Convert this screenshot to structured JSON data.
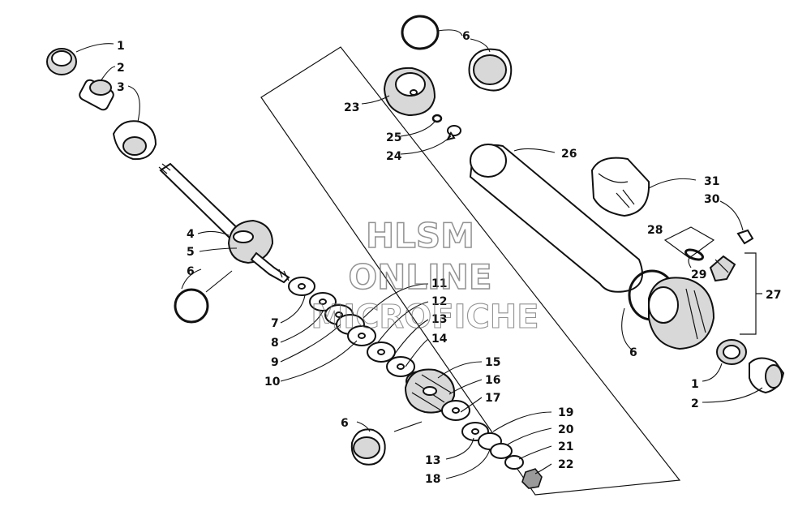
{
  "watermark": {
    "line1": "HLSM",
    "line2": "ONLINE",
    "line3": "MICROFICHE"
  },
  "callouts": [
    {
      "id": "c1",
      "text": "1"
    },
    {
      "id": "c2",
      "text": "2"
    },
    {
      "id": "c3",
      "text": "3"
    },
    {
      "id": "c4",
      "text": "4"
    },
    {
      "id": "c5",
      "text": "5"
    },
    {
      "id": "c6a",
      "text": "6"
    },
    {
      "id": "c6b",
      "text": "6"
    },
    {
      "id": "c6c",
      "text": "6"
    },
    {
      "id": "c6d",
      "text": "6"
    },
    {
      "id": "c7",
      "text": "7"
    },
    {
      "id": "c8",
      "text": "8"
    },
    {
      "id": "c9",
      "text": "9"
    },
    {
      "id": "c10",
      "text": "10"
    },
    {
      "id": "c11",
      "text": "11"
    },
    {
      "id": "c12",
      "text": "12"
    },
    {
      "id": "c13a",
      "text": "13"
    },
    {
      "id": "c13b",
      "text": "13"
    },
    {
      "id": "c14",
      "text": "14"
    },
    {
      "id": "c15",
      "text": "15"
    },
    {
      "id": "c16",
      "text": "16"
    },
    {
      "id": "c17",
      "text": "17"
    },
    {
      "id": "c18",
      "text": "18"
    },
    {
      "id": "c19",
      "text": "19"
    },
    {
      "id": "c20",
      "text": "20"
    },
    {
      "id": "c21",
      "text": "21"
    },
    {
      "id": "c22",
      "text": "22"
    },
    {
      "id": "c23",
      "text": "23"
    },
    {
      "id": "c24",
      "text": "24"
    },
    {
      "id": "c25",
      "text": "25"
    },
    {
      "id": "c26",
      "text": "26"
    },
    {
      "id": "c27",
      "text": "27"
    },
    {
      "id": "c28",
      "text": "28"
    },
    {
      "id": "c29",
      "text": "29"
    },
    {
      "id": "c30",
      "text": "30"
    },
    {
      "id": "c31",
      "text": "31"
    },
    {
      "id": "c1b",
      "text": "1"
    },
    {
      "id": "c2b",
      "text": "2"
    }
  ]
}
